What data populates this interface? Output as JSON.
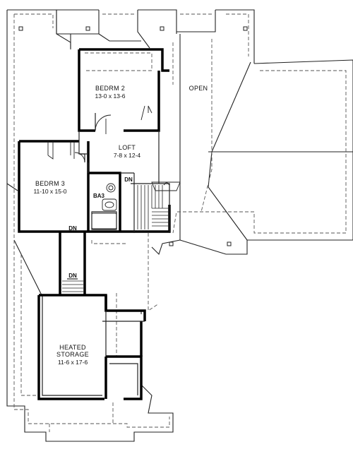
{
  "colors": {
    "wall": "#000000",
    "line": "#222222",
    "dash": "#555555",
    "background": "#ffffff"
  },
  "rooms": {
    "bedrm2": {
      "name": "BEDRM 2",
      "dims": "13-0 x 13-6"
    },
    "loft": {
      "name": "LOFT",
      "dims": "7-8 x 12-4"
    },
    "bedrm3": {
      "name": "BEDRM 3",
      "dims": "11-10 x 15-0"
    },
    "open": {
      "name": "OPEN"
    },
    "heated_storage": {
      "name_line1": "HEATED",
      "name_line2": "STORAGE",
      "dims": "11-6 x 17-6"
    }
  },
  "tags": {
    "bath": "BA3",
    "dn_stair_top": "DN",
    "dn_hall": "DN",
    "dn_storage": "DN"
  }
}
